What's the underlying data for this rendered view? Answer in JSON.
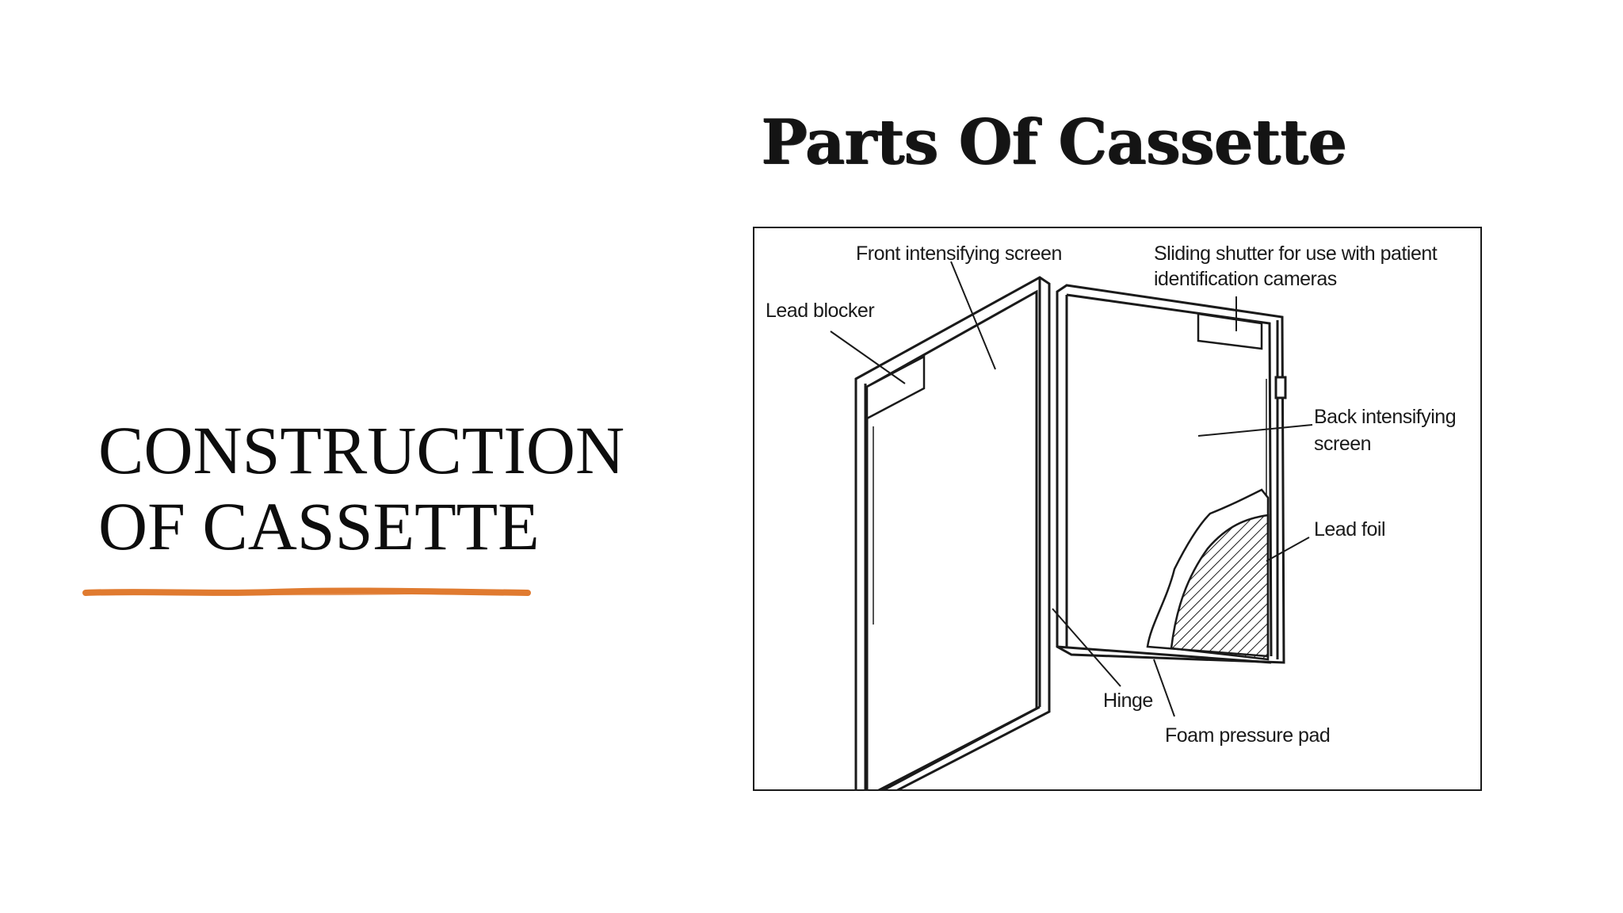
{
  "slide": {
    "title_lines": [
      "CONSTRUCTION",
      "OF CASSETTE"
    ],
    "accent_color": "#e07b30"
  },
  "diagram": {
    "heading": "Parts Of Cassette",
    "labels": {
      "front_screen": "Front intensifying screen",
      "lead_blocker": "Lead blocker",
      "shutter_line1": "Sliding shutter for use with patient",
      "shutter_line2": "identification cameras",
      "back_screen_line1": "Back intensifying",
      "back_screen_line2": "screen",
      "lead_foil": "Lead foil",
      "hinge": "Hinge",
      "foam_pad": "Foam pressure pad"
    }
  }
}
